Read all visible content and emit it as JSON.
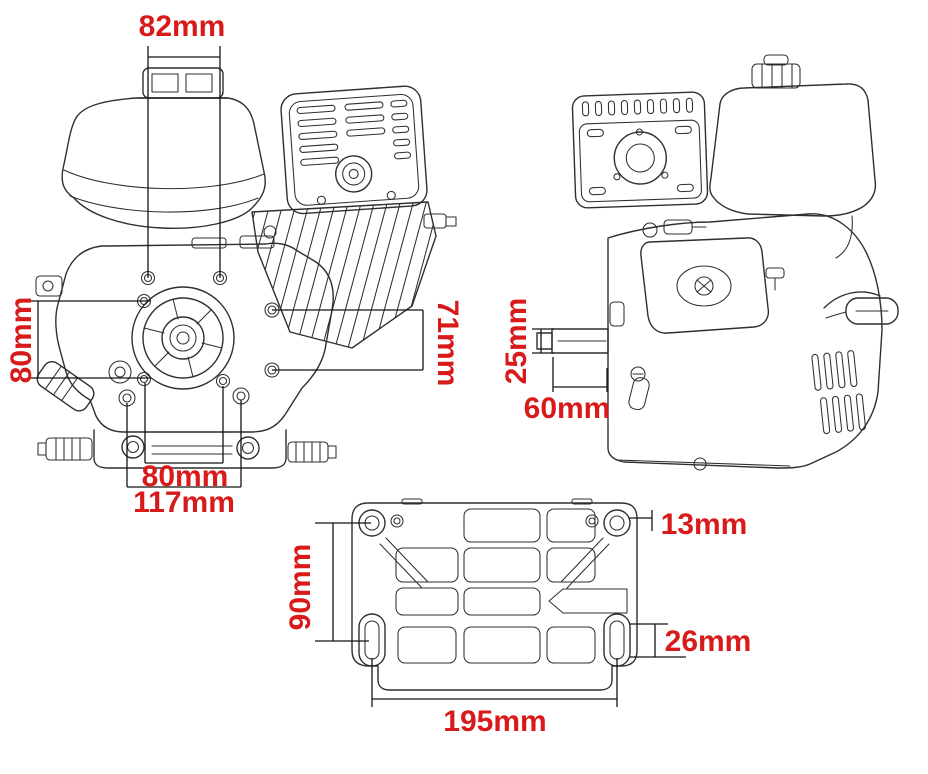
{
  "page": {
    "background_color": "#ffffff",
    "line_color": "#2f2f2f",
    "dimension_text_color": "#d81a1a"
  },
  "dimensions": {
    "front_top_bolt_spacing": "82mm",
    "front_left_bolt_spacing": "80mm",
    "front_right_bolt_spacing": "71mm",
    "front_bottom_bolt_spacing": "80mm",
    "front_bottom_outer_spacing": "117mm",
    "shaft_diameter": "25mm",
    "shaft_length": "60mm",
    "base_hole_vertical_spacing": "90mm",
    "base_hole_diameter": "13mm",
    "base_slot_length": "26mm",
    "base_hole_horizontal_spacing": "195mm"
  }
}
